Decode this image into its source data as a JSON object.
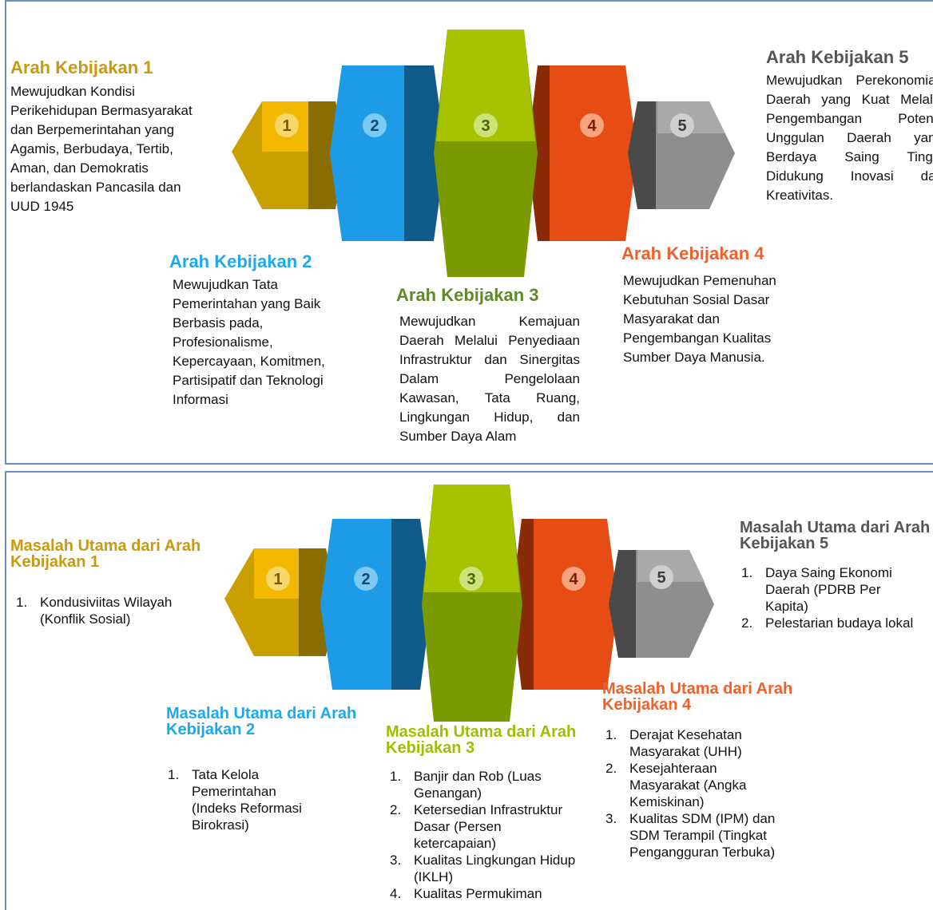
{
  "colors": {
    "yellow": "#f0b400",
    "blue": "#21a4ee",
    "green": "#a8c400",
    "orange": "#f05a22",
    "gray": "#a0a0a0",
    "heading_gold": "#c89a10",
    "heading_blue": "#1ca9f0",
    "heading_green_dark": "#5e8a2a",
    "heading_green_light": "#9cc000",
    "heading_orange": "#f0602a",
    "heading_gray": "#555555"
  },
  "top": {
    "blocks": [
      "1",
      "2",
      "3",
      "4",
      "5"
    ],
    "policies": [
      {
        "title": "Arah Kebijakan 1",
        "text": "Mewujudkan Kondisi Perikehidupan Bermasyarakat dan Berpemerintahan yang Agamis, Berbudaya, Tertib, Aman, dan Demokratis berlandaskan Pancasila dan UUD 1945"
      },
      {
        "title": "Arah Kebijakan 2",
        "text": "Mewujudkan Tata Pemerintahan yang Baik Berbasis pada, Profesionalisme, Kepercayaan, Komitmen, Partisipatif dan Teknologi Informasi"
      },
      {
        "title": "Arah Kebijakan 3",
        "text": "Mewujudkan Kemajuan Daerah Melalui Penyediaan Infrastruktur dan Sinergitas Dalam Pengelolaan Kawasan, Tata Ruang, Lingkungan Hidup, dan Sumber Daya Alam"
      },
      {
        "title": "Arah Kebijakan 4",
        "text": "Mewujudkan Pemenuhan Kebutuhan Sosial Dasar Masyarakat dan Pengembangan Kualitas Sumber Daya Manusia."
      },
      {
        "title": "Arah Kebijakan 5",
        "text": "Mewujudkan Perekonomian Daerah yang Kuat Melalui Pengembangan Potensi Unggulan Daerah yang Berdaya Saing Tinggi Didukung Inovasi dan Kreativitas."
      }
    ]
  },
  "bottom": {
    "blocks": [
      "1",
      "2",
      "3",
      "4",
      "5"
    ],
    "problems": [
      {
        "title": "Masalah Utama dari Arah Kebijakan 1",
        "items": [
          "Kondusiviitas Wilayah (Konflik Sosial)"
        ]
      },
      {
        "title": "Masalah Utama dari Arah Kebijakan 2",
        "items": [
          "Tata Kelola Pemerintahan (Indeks Reformasi Birokrasi)"
        ]
      },
      {
        "title": "Masalah Utama dari Arah Kebijakan 3",
        "items": [
          "Banjir dan Rob (Luas Genangan)",
          "Ketersedian Infrastruktur Dasar (Persen ketercapaian)",
          "Kualitas Lingkungan Hidup (IKLH)",
          "Kualitas Permukiman"
        ]
      },
      {
        "title": "Masalah Utama dari Arah Kebijakan 4",
        "items": [
          "Derajat Kesehatan Masyarakat (UHH)",
          "Kesejahteraan Masyarakat (Angka Kemiskinan)",
          "Kualitas SDM (IPM) dan SDM Terampil (Tingkat Pengangguran Terbuka)"
        ]
      },
      {
        "title": "Masalah Utama dari Arah Kebijakan 5",
        "items": [
          "Daya Saing Ekonomi Daerah (PDRB Per Kapita)",
          "Pelestarian budaya lokal"
        ]
      }
    ]
  }
}
